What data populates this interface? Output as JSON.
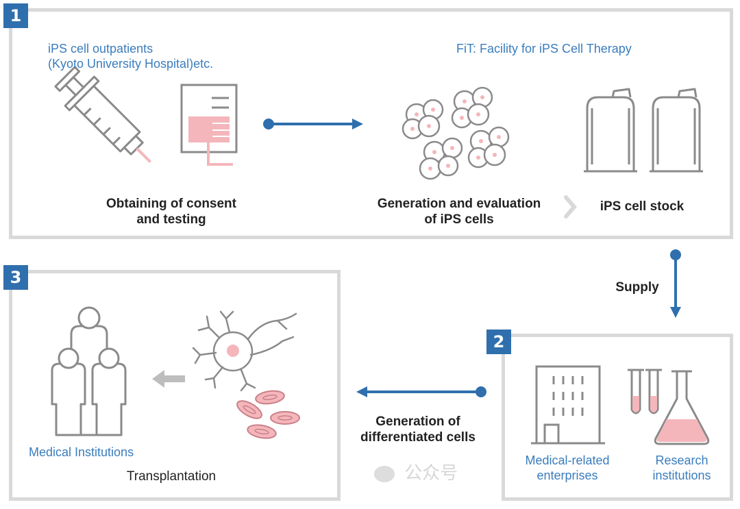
{
  "step1": {
    "number": "1",
    "outpatients_line1": "iPS cell outpatients",
    "outpatients_line2": "(Kyoto University Hospital)etc.",
    "facility": "FiT: Facility for iPS Cell Therapy",
    "consent_line1": "Obtaining of consent",
    "consent_line2": "and testing",
    "generation_line1": "Generation and evaluation",
    "generation_line2": "of iPS cells",
    "stock": "iPS cell stock"
  },
  "supply": "Supply",
  "step2": {
    "number": "2",
    "enterprises_line1": "Medical-related",
    "enterprises_line2": "enterprises",
    "research_line1": "Research",
    "research_line2": "institutions"
  },
  "differentiated_line1": "Generation of",
  "differentiated_line2": "differentiated cells",
  "step3": {
    "number": "3",
    "medical_institutions": "Medical Institutions",
    "transplantation": "Transplantation"
  },
  "watermark": "公众号",
  "colors": {
    "accent_blue": "#2f6fad",
    "label_blue": "#3a7dbd",
    "pink": "#f4b6bb",
    "outline_gray": "#8a8a8a",
    "frame_gray": "#d9d9d9"
  }
}
